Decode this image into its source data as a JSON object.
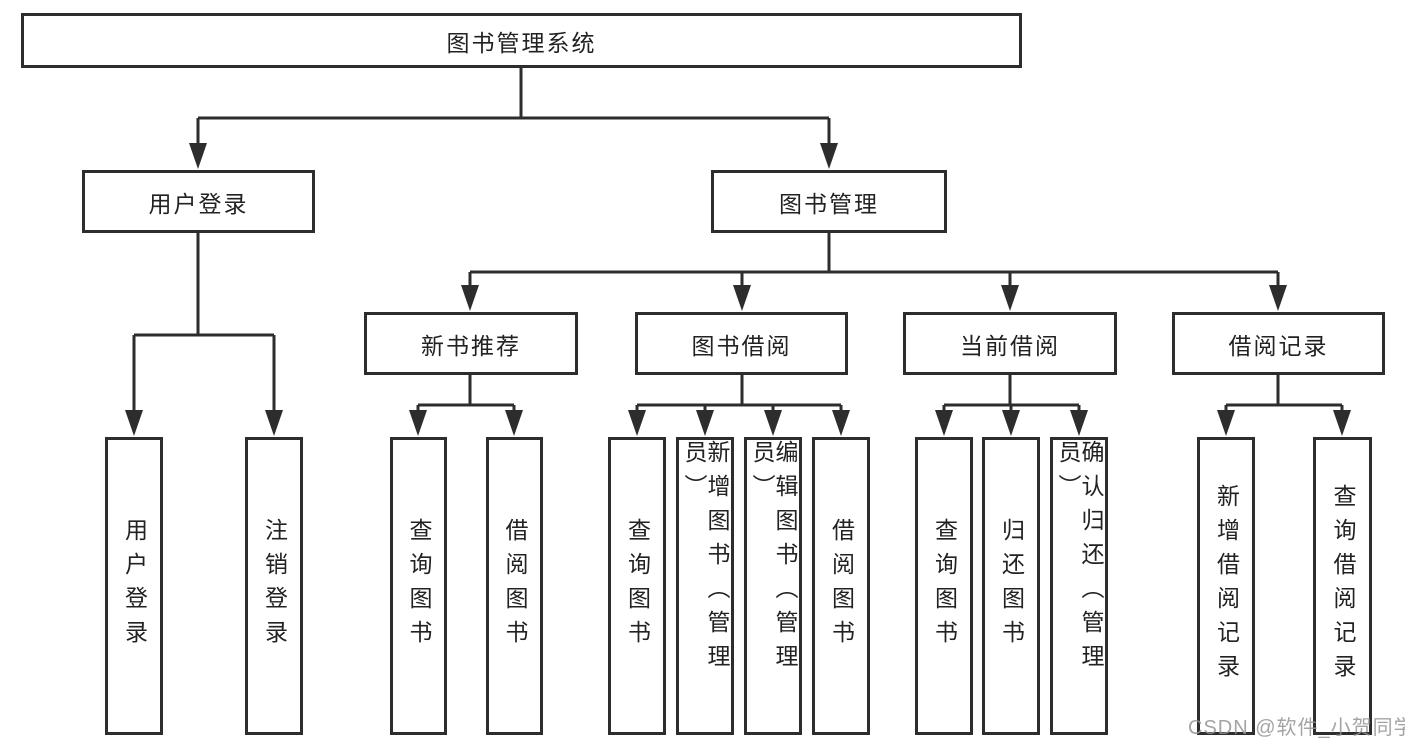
{
  "watermark": {
    "text": "CSDN @软件_小贺同学"
  },
  "colors": {
    "line": "#2d2d2d",
    "box_border": "#2d2d2d",
    "text": "#222222",
    "watermark": "#949494",
    "background": "#ffffff"
  },
  "tree": {
    "root": {
      "label": "图书管理系统"
    },
    "user_login": {
      "label": "用户登录",
      "children": [
        {
          "label": "用户登录"
        },
        {
          "label": "注销登录"
        }
      ]
    },
    "book_management": {
      "label": "图书管理",
      "children": {
        "new_book_recommend": {
          "label": "新书推荐",
          "children": [
            {
              "label": "查询图书"
            },
            {
              "label": "借阅图书"
            }
          ]
        },
        "book_borrowing": {
          "label": "图书借阅",
          "children": [
            {
              "label": "查询图书"
            },
            {
              "label": "新增图书（管理员）"
            },
            {
              "label": "编辑图书（管理员）"
            },
            {
              "label": "借阅图书"
            }
          ]
        },
        "current_borrowing": {
          "label": "当前借阅",
          "children": [
            {
              "label": "查询图书"
            },
            {
              "label": "归还图书"
            },
            {
              "label": "确认归还（管理员）"
            }
          ]
        },
        "borrowing_records": {
          "label": "借阅记录",
          "children": [
            {
              "label": "新增借阅记录"
            },
            {
              "label": "查询借阅记录"
            }
          ]
        }
      }
    }
  }
}
